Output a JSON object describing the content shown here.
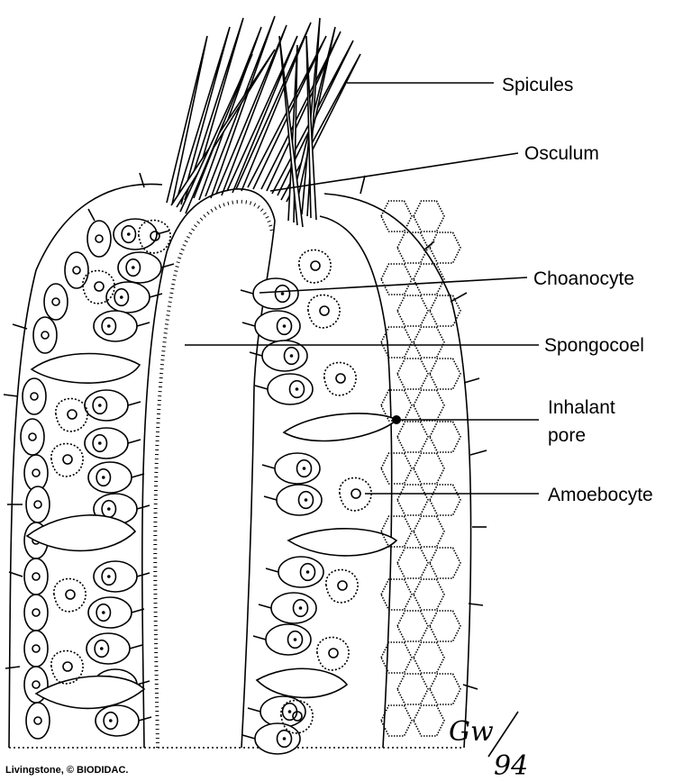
{
  "labels": {
    "spicules": "Spicules",
    "osculum": "Osculum",
    "choanocyte": "Choanocyte",
    "spongocoel": "Spongocoel",
    "inhalant_line1": "Inhalant",
    "inhalant_line2": "pore",
    "amoebocyte": "Amoebocyte"
  },
  "credit": "Livingstone, © BIODIDAC.",
  "signature": {
    "initials": "Gw",
    "year": "94"
  },
  "colors": {
    "ink": "#000000",
    "paper": "#ffffff"
  }
}
